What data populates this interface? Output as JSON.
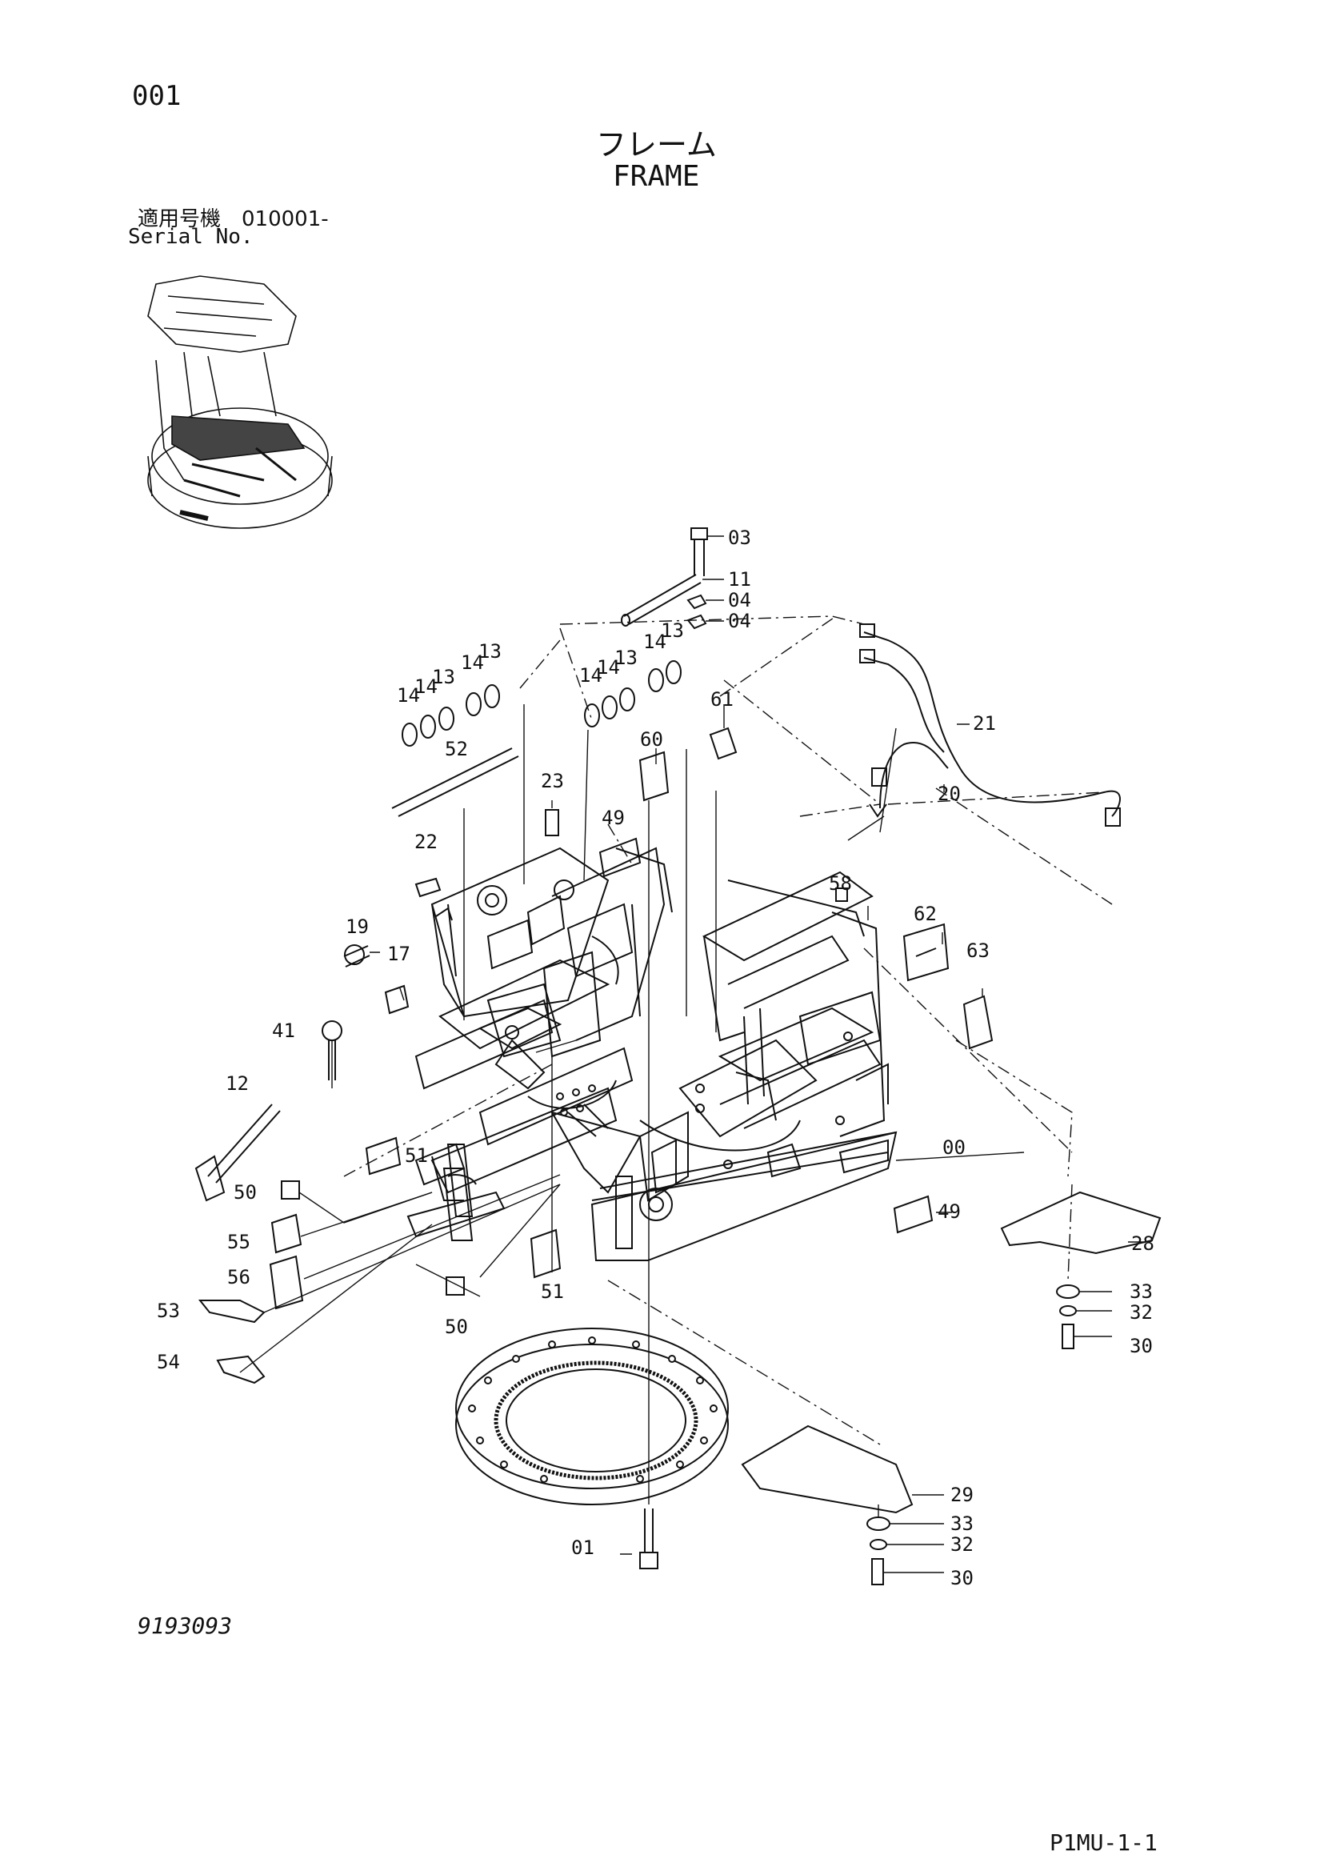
{
  "header": {
    "page_number": "001",
    "title_jp": "フレーム",
    "title_en": "FRAME",
    "serial_label_jp": "適用号機　010001-",
    "serial_label_en": "Serial No."
  },
  "footer": {
    "drawing_number": "9193093",
    "page_code": "P1MU-1-1"
  },
  "callouts": [
    {
      "id": "c03",
      "label": "03"
    },
    {
      "id": "c11",
      "label": "11"
    },
    {
      "id": "c04a",
      "label": "04"
    },
    {
      "id": "c04b",
      "label": "04"
    },
    {
      "id": "c21",
      "label": "21"
    },
    {
      "id": "c20",
      "label": "20"
    },
    {
      "id": "c61",
      "label": "61"
    },
    {
      "id": "c60",
      "label": "60"
    },
    {
      "id": "c14a",
      "label": "14"
    },
    {
      "id": "c14b",
      "label": "14"
    },
    {
      "id": "c13a",
      "label": "13"
    },
    {
      "id": "c14c",
      "label": "14"
    },
    {
      "id": "c13b",
      "label": "13"
    },
    {
      "id": "c14d",
      "label": "14"
    },
    {
      "id": "c14e",
      "label": "14"
    },
    {
      "id": "c13c",
      "label": "13"
    },
    {
      "id": "c14f",
      "label": "14"
    },
    {
      "id": "c13d",
      "label": "13"
    },
    {
      "id": "c52",
      "label": "52"
    },
    {
      "id": "c23",
      "label": "23"
    },
    {
      "id": "c49a",
      "label": "49"
    },
    {
      "id": "c22",
      "label": "22"
    },
    {
      "id": "c58",
      "label": "58"
    },
    {
      "id": "c62",
      "label": "62"
    },
    {
      "id": "c63",
      "label": "63"
    },
    {
      "id": "c19",
      "label": "19"
    },
    {
      "id": "c17",
      "label": "17"
    },
    {
      "id": "c41",
      "label": "41"
    },
    {
      "id": "c12",
      "label": "12"
    },
    {
      "id": "c51a",
      "label": "51"
    },
    {
      "id": "c00",
      "label": "00"
    },
    {
      "id": "c50a",
      "label": "50"
    },
    {
      "id": "c49b",
      "label": "49"
    },
    {
      "id": "c28",
      "label": "28"
    },
    {
      "id": "c55",
      "label": "55"
    },
    {
      "id": "c56",
      "label": "56"
    },
    {
      "id": "c51b",
      "label": "51"
    },
    {
      "id": "c33a",
      "label": "33"
    },
    {
      "id": "c32a",
      "label": "32"
    },
    {
      "id": "c53",
      "label": "53"
    },
    {
      "id": "c50b",
      "label": "50"
    },
    {
      "id": "c30a",
      "label": "30"
    },
    {
      "id": "c54",
      "label": "54"
    },
    {
      "id": "c29",
      "label": "29"
    },
    {
      "id": "c33b",
      "label": "33"
    },
    {
      "id": "c01",
      "label": "01"
    },
    {
      "id": "c32b",
      "label": "32"
    },
    {
      "id": "c30b",
      "label": "30"
    }
  ]
}
